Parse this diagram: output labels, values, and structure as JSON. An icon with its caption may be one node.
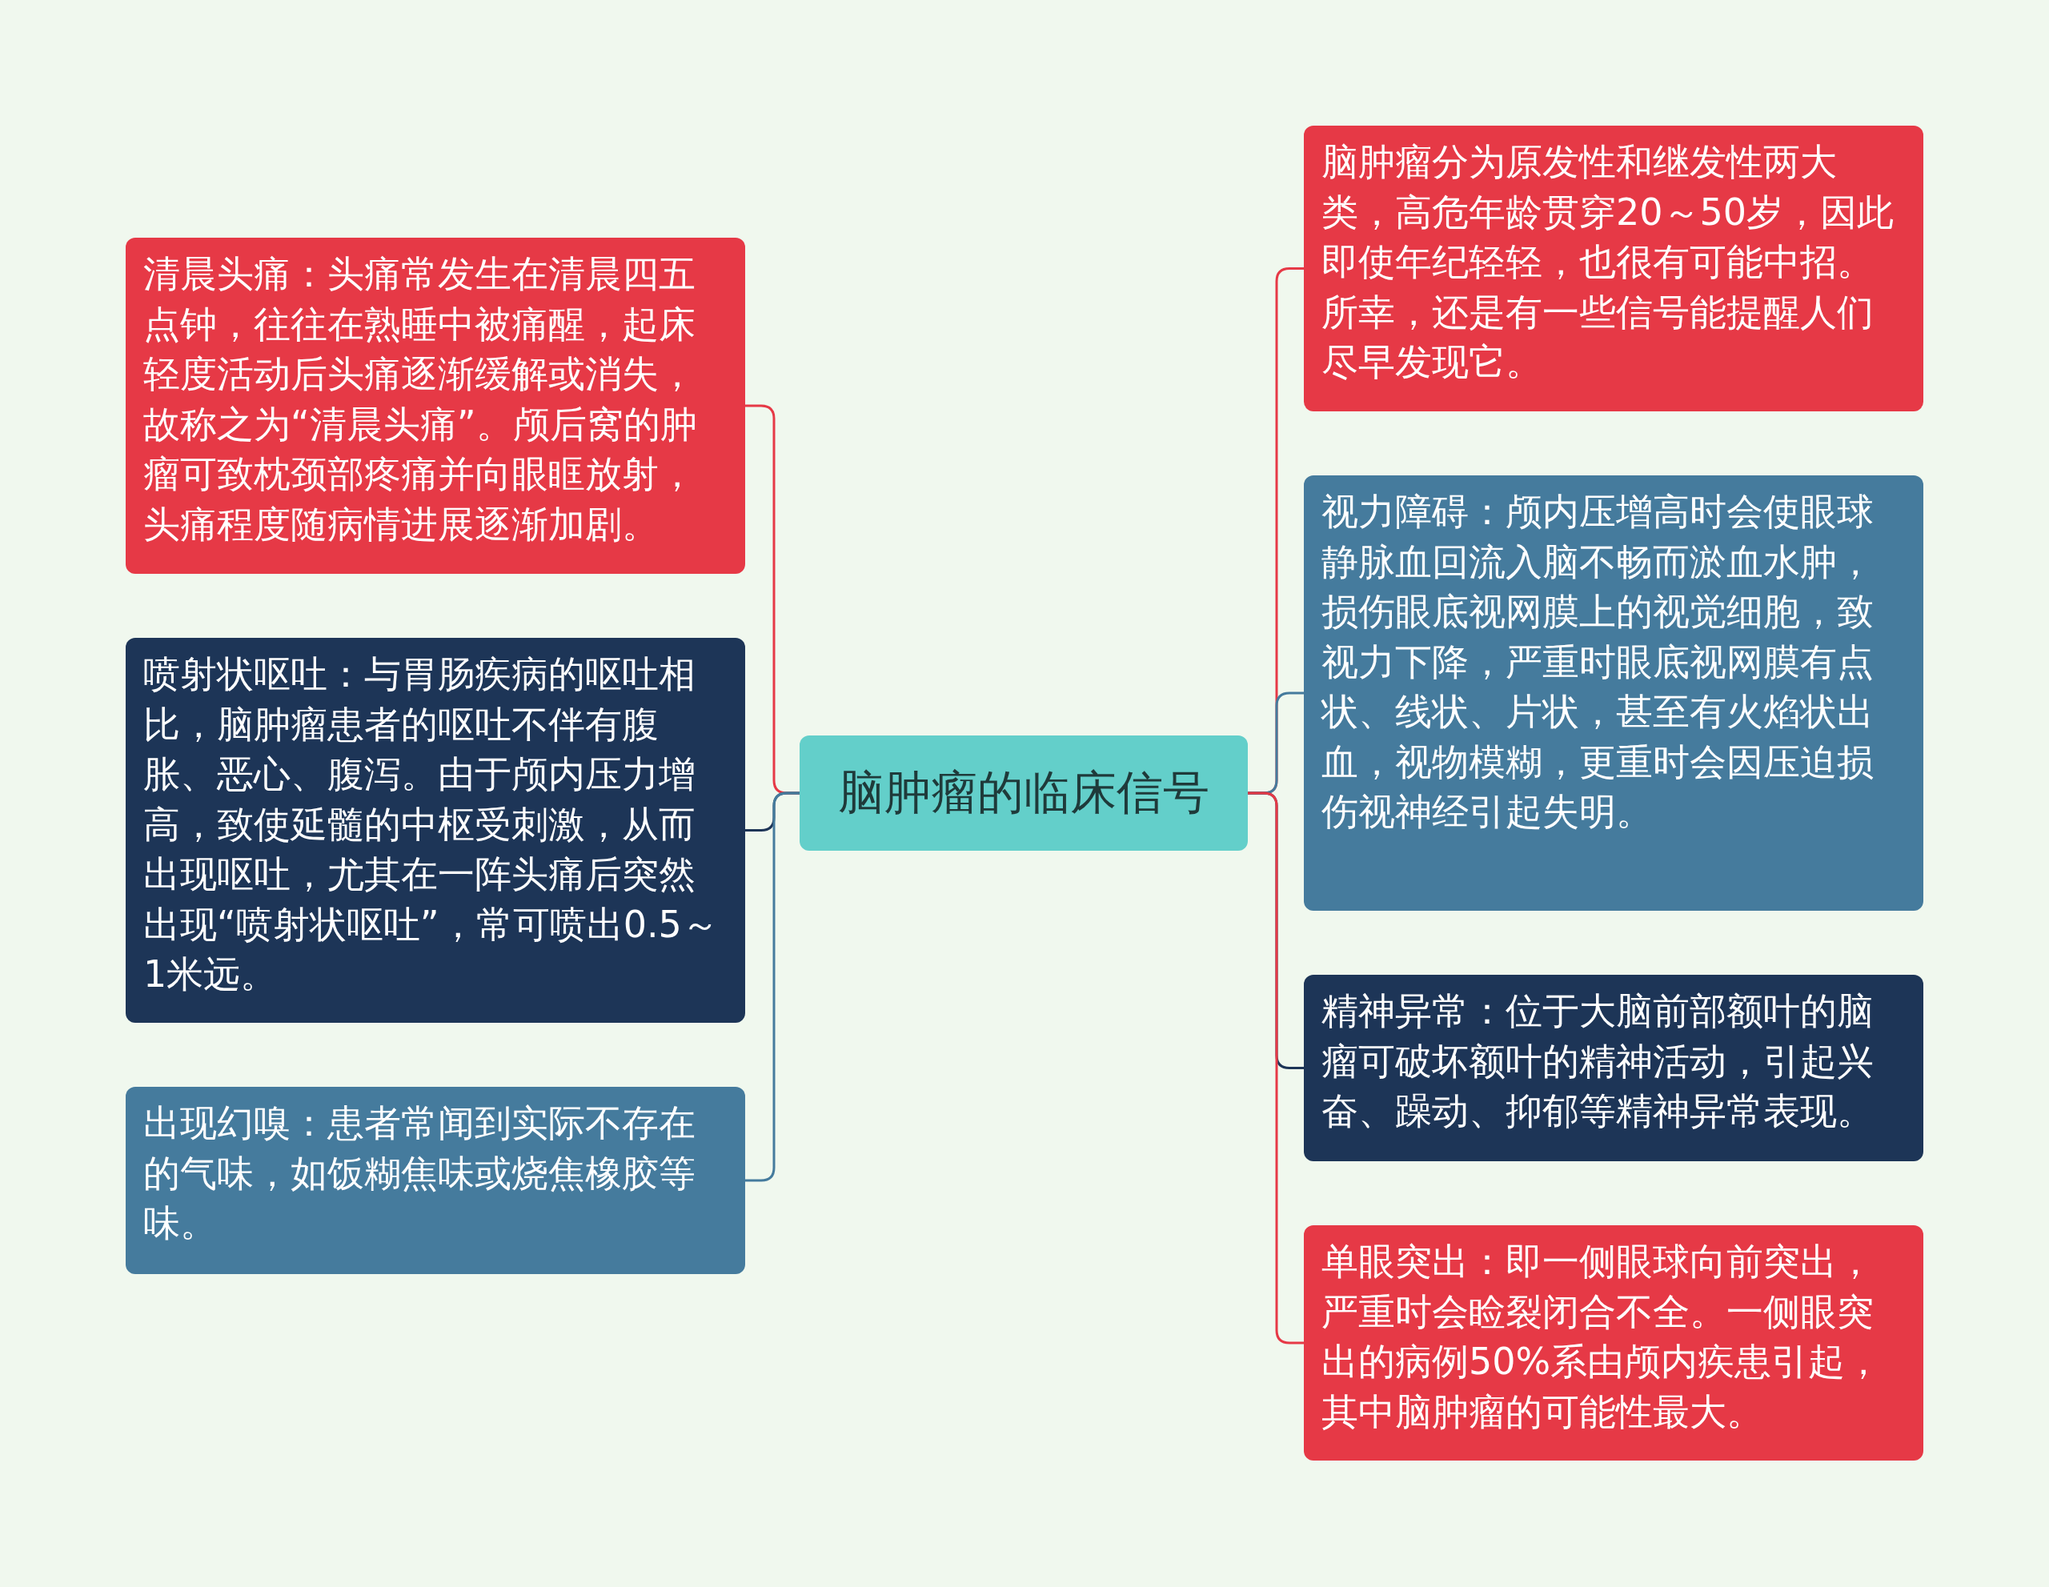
{
  "diagram": {
    "nodes": [
      {
        "text": [
          "脑肿瘤的临床信号"
        ]
      },
      {
        "text": [
          "清晨头痛：头痛常发生在清晨四五点钟，往往在熟睡中被痛醒，起床轻度活动后头痛逐渐缓解或消失，故称之为“清晨头痛”。颅后窝的肿瘤可致枕颈部疼痛并向眼眶放射，头痛程度随病情进展逐渐加剧。"
        ]
      },
      {
        "text": [
          "喷射状呕吐：与胃肠疾病的呕吐相比，脑肿瘤患者的呕吐不伴有腹胀、恶心、腹泻。由于颅内压力增高，致使延髓的中枢受刺激，从而出现呕吐，尤其在一阵头痛后突然出现“喷射状呕吐”，常可喷出0.5～1米远。"
        ]
      },
      {
        "text": [
          "出现幻嗅：患者常闻到实际不存在的气味，如饭糊焦味或烧焦橡胶等味。"
        ]
      },
      {
        "text": [
          "脑肿瘤分为原发性和继发性两大类，高危年龄贯穿20～50岁，因此即使年纪轻轻，也很有可能中招。所幸，还是有一些信号能提醒人们尽早发现它。"
        ]
      },
      {
        "text": [
          "视力障碍：颅内压增高时会使眼球静脉血回流入脑不畅而淤血水肿，损伤眼底视网膜上的视觉细胞，致视力下降，严重时眼底视网膜有点状、线状、片状，甚至有火焰状出血，视物模糊，更重时会因压迫损伤视神经引起失明。"
        ]
      },
      {
        "text": [
          "精神异常：位于大脑前部额叶的脑瘤可破坏额叶的精神活动，引起兴奋、躁动、抑郁等精神异常表现。"
        ]
      },
      {
        "text": [
          "单眼突出：即一侧眼球向前突出，严重时会睑裂闭合不全。一侧眼突出的病例50%系由颅内疾患引起，其中脑肿瘤的可能性最大。"
        ]
      }
    ],
    "edges": [
      {
        "from": 0,
        "to": 1,
        "arrow": "none"
      },
      {
        "from": 0,
        "to": 2,
        "arrow": "none",
        "color": "#1d3557"
      },
      {
        "from": 0,
        "to": 3,
        "arrow": "none",
        "color": "#457b9d"
      },
      {
        "from": 0,
        "to": 4,
        "arrow": "none"
      },
      {
        "from": 0,
        "to": 5,
        "arrow": "none",
        "color": "#457b9d"
      },
      {
        "from": 0,
        "to": 6,
        "arrow": "none",
        "color": "#1d3557"
      },
      {
        "from": 0,
        "to": 7,
        "arrow": "none"
      }
    ]
  }
}
